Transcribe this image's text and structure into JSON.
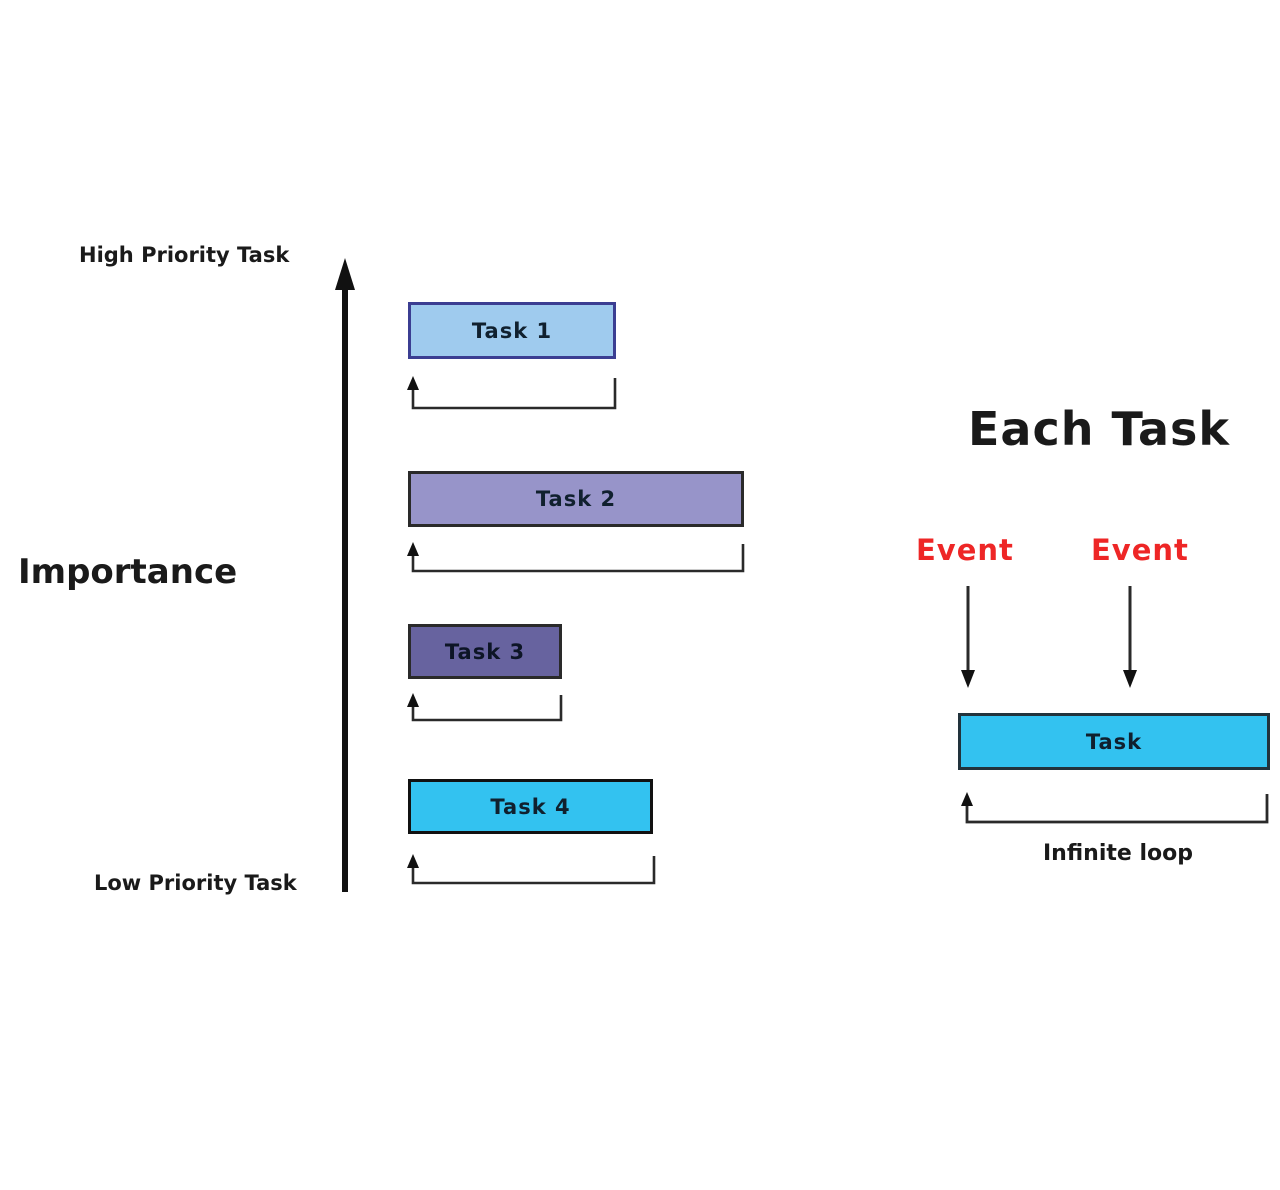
{
  "colors": {
    "line": "#1f1f1f",
    "event_red": "#ee2626",
    "text_dark": "#10202e"
  },
  "left_panel": {
    "high_label": "High Priority Task",
    "low_label": "Low Priority Task",
    "axis_label": "Importance",
    "tasks": [
      {
        "label": "Task 1",
        "fill": "#9fcbee",
        "border": "#3b3e92"
      },
      {
        "label": "Task 2",
        "fill": "#9794c9",
        "border": "#2a2a2a"
      },
      {
        "label": "Task 3",
        "fill": "#67639f",
        "border": "#2a2a2a"
      },
      {
        "label": "Task 4",
        "fill": "#33c2f0",
        "border": "#111111"
      }
    ]
  },
  "right_panel": {
    "title": "Each Task",
    "event1": "Event",
    "event2": "Event",
    "task": {
      "label": "Task",
      "fill": "#33c2f0",
      "border": "#22333c"
    },
    "loop_label": "Infinite loop"
  }
}
